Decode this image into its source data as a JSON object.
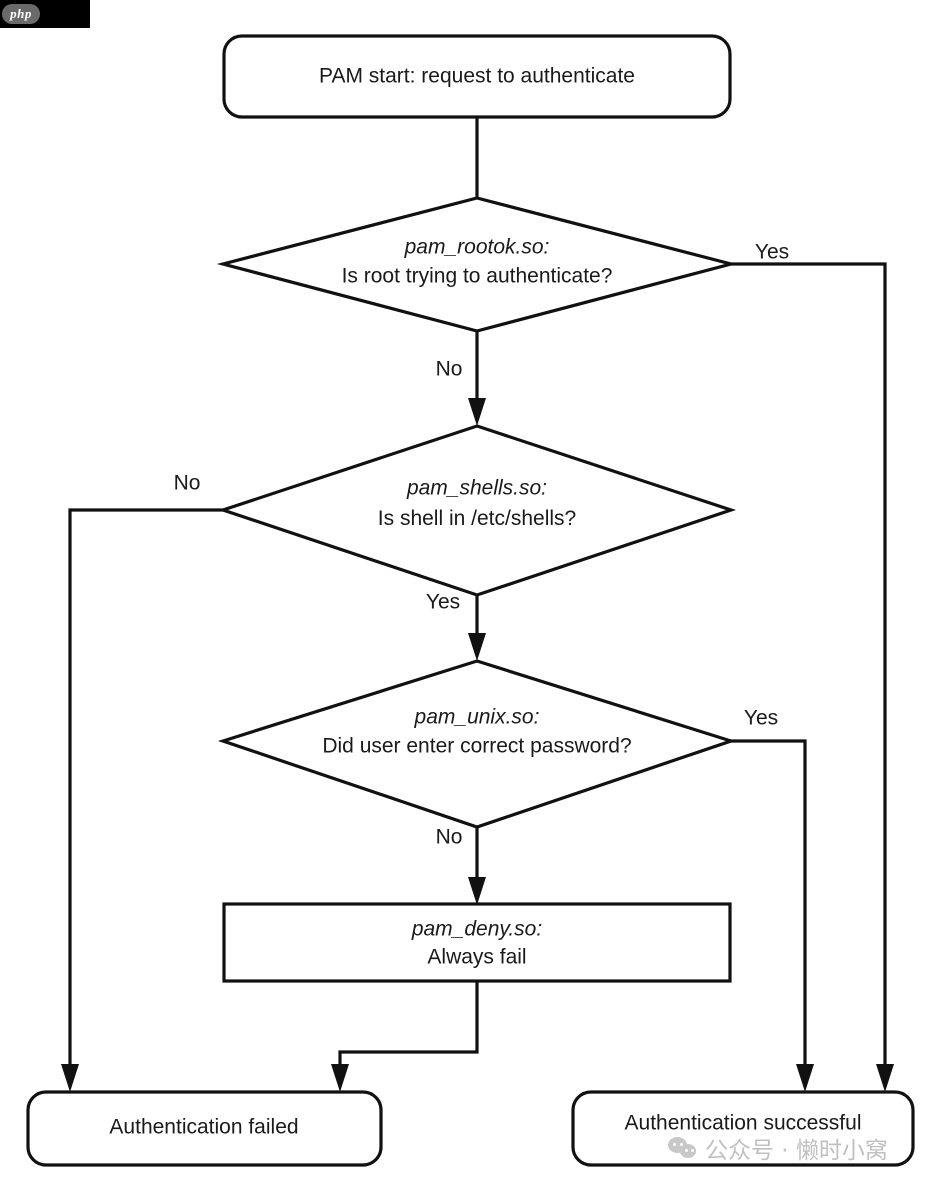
{
  "branding": {
    "php_badge_label": "php"
  },
  "watermark": {
    "icon": "wechat-icon",
    "text": "公众号 · 懒时小窝"
  },
  "chart_data": {
    "type": "diagram",
    "title": "PAM authentication flowchart",
    "nodes": [
      {
        "id": "start",
        "shape": "rounded-rect",
        "line1": "PAM start: request to authenticate",
        "line2": ""
      },
      {
        "id": "rootok",
        "shape": "diamond",
        "line1": "pam_rootok.so:",
        "line2": "Is root trying to authenticate?"
      },
      {
        "id": "shells",
        "shape": "diamond",
        "line1": "pam_shells.so:",
        "line2_prefix": "Is shell in ",
        "line2_mono": "/etc/shells",
        "line2_suffix": "?"
      },
      {
        "id": "unix",
        "shape": "diamond",
        "line1": "pam_unix.so:",
        "line2": "Did user enter correct password?"
      },
      {
        "id": "deny",
        "shape": "rect",
        "line1": "pam_deny.so:",
        "line2": "Always fail"
      },
      {
        "id": "failed",
        "shape": "rounded-rect",
        "line1": "Authentication failed",
        "line2": ""
      },
      {
        "id": "success",
        "shape": "rounded-rect",
        "line1": "Authentication successful",
        "line2": ""
      }
    ],
    "edges": [
      {
        "from": "start",
        "to": "rootok",
        "label": ""
      },
      {
        "from": "rootok",
        "to": "success",
        "label": "Yes"
      },
      {
        "from": "rootok",
        "to": "shells",
        "label": "No"
      },
      {
        "from": "shells",
        "to": "failed",
        "label": "No"
      },
      {
        "from": "shells",
        "to": "unix",
        "label": "Yes"
      },
      {
        "from": "unix",
        "to": "success",
        "label": "Yes"
      },
      {
        "from": "unix",
        "to": "deny",
        "label": "No"
      },
      {
        "from": "deny",
        "to": "failed",
        "label": ""
      }
    ],
    "edge_labels": {
      "rootok_yes": "Yes",
      "rootok_no": "No",
      "shells_no": "No",
      "shells_yes": "Yes",
      "unix_yes": "Yes",
      "unix_no": "No"
    },
    "colors": {
      "stroke": "#111111",
      "fill": "#ffffff",
      "text": "#1a1a1a",
      "watermark": "#9b9b9b"
    }
  }
}
